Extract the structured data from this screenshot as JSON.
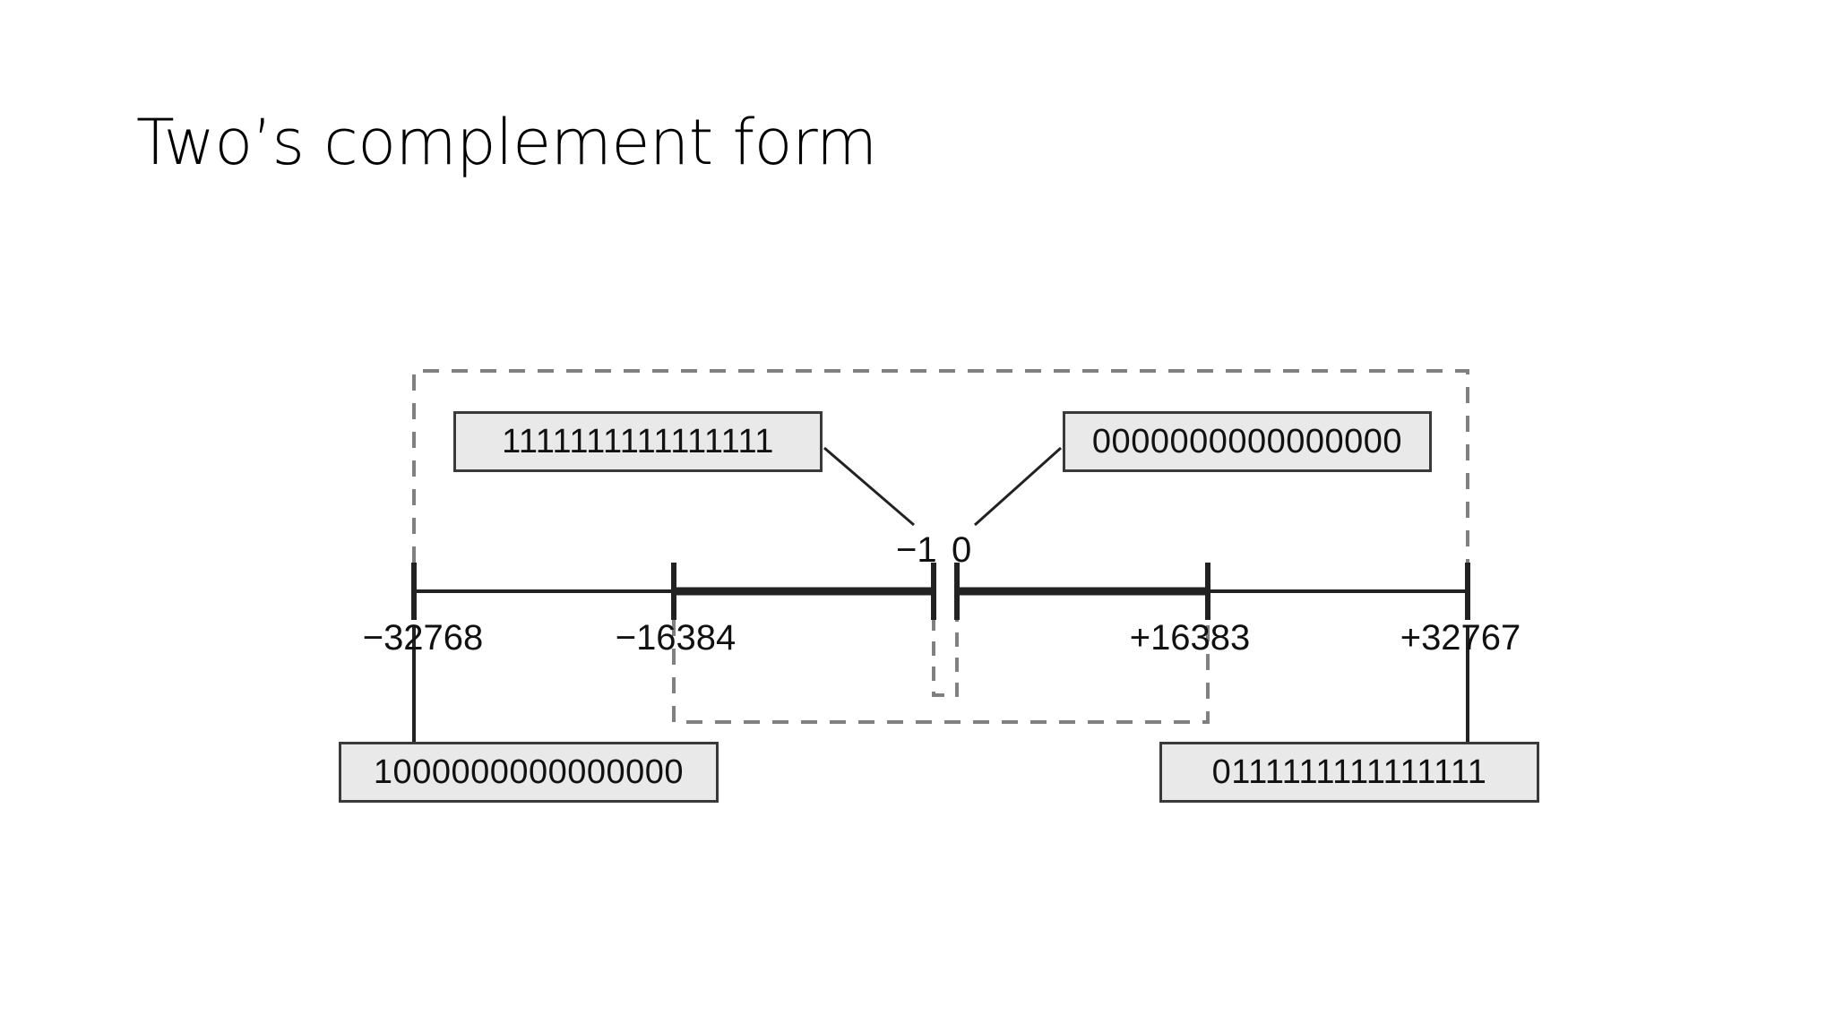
{
  "slide": {
    "title": "Two’s complement form",
    "background_color": "#ffffff"
  },
  "figure": {
    "name": "twos-complement-number-line",
    "box_fill_color": "#e9e9e9",
    "box_border_color": "#3a3a3a",
    "dashed_color": "#808080",
    "axis_color": "#222222",
    "bit_width": 16,
    "boxes": {
      "negative_one": "1111111111111111",
      "zero": "0000000000000000",
      "most_negative": "1000000000000000",
      "most_positive": "0111111111111111"
    },
    "axis_labels": {
      "min": "−32768",
      "quarter_negative": "−16384",
      "quarter_positive": "+16383",
      "max": "+32767"
    },
    "center_labels": {
      "negative_one": "−1",
      "zero": "0"
    }
  },
  "chart_data": {
    "type": "line",
    "title": "Two’s complement form",
    "xlabel": "",
    "ylabel": "",
    "xlim": [
      -32768,
      32767
    ],
    "grid": false,
    "legend": "none",
    "categories": [
      "−32768",
      "−16384",
      "−1",
      "0",
      "+16383",
      "+32767"
    ],
    "values": [
      -32768,
      -16384,
      -1,
      0,
      16383,
      32767
    ],
    "annotations": [
      {
        "label": "1111111111111111",
        "maps_to": "−1"
      },
      {
        "label": "0000000000000000",
        "maps_to": "0"
      },
      {
        "label": "1000000000000000",
        "maps_to": "−32768"
      },
      {
        "label": "0111111111111111",
        "maps_to": "+32767"
      }
    ]
  }
}
